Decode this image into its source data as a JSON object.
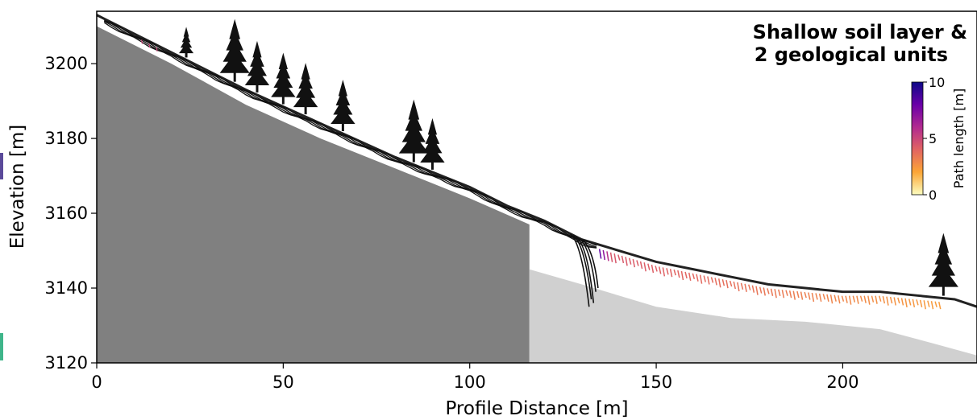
{
  "chart_data": {
    "type": "area",
    "title_lines": [
      "Shallow soil layer &",
      "2 geological units"
    ],
    "xlabel": "Profile Distance [m]",
    "ylabel": "Elevation [m]",
    "xlim": [
      0,
      236
    ],
    "ylim": [
      3120,
      3214
    ],
    "xticks": [
      0,
      50,
      100,
      150,
      200
    ],
    "yticks": [
      3120,
      3140,
      3160,
      3180,
      3200
    ],
    "grid": false,
    "colors": {
      "lower_unit": "#808080",
      "upper_unit": "#d0d0d0",
      "surface_line": "#222222",
      "trees": "#111111"
    },
    "surface_profile": {
      "x": [
        0,
        20,
        40,
        60,
        80,
        100,
        110,
        120,
        130,
        140,
        150,
        160,
        170,
        180,
        190,
        200,
        210,
        220,
        230,
        236
      ],
      "y": [
        3213,
        3203,
        3193,
        3184,
        3175,
        3167,
        3162,
        3158,
        3153,
        3150,
        3147,
        3145,
        3143,
        3141,
        3140,
        3139,
        3139,
        3138,
        3137,
        3135
      ]
    },
    "lower_unit_top": {
      "x": [
        0,
        20,
        40,
        60,
        80,
        100,
        116
      ],
      "y": [
        3210,
        3200,
        3189,
        3180,
        3172,
        3164,
        3157
      ]
    },
    "upper_unit_top": {
      "x": [
        116,
        130,
        150,
        170,
        190,
        210,
        225,
        236
      ],
      "y": [
        3145,
        3141,
        3135,
        3132,
        3131,
        3129,
        3125,
        3122
      ]
    },
    "unit_boundary_x": 116,
    "tree_positions_x": [
      24,
      37,
      43,
      50,
      56,
      66,
      85,
      90,
      227
    ],
    "path_tracks": {
      "x_start": 135,
      "x_end": 226,
      "x_step": 1
    },
    "colorbar": {
      "label": "Path length [m]",
      "min": 0,
      "max": 10,
      "ticks": [
        0,
        5,
        10
      ],
      "stops": [
        "#fcfdbf",
        "#fca636",
        "#e16462",
        "#b12a90",
        "#6a00a8",
        "#0d0887"
      ]
    }
  }
}
